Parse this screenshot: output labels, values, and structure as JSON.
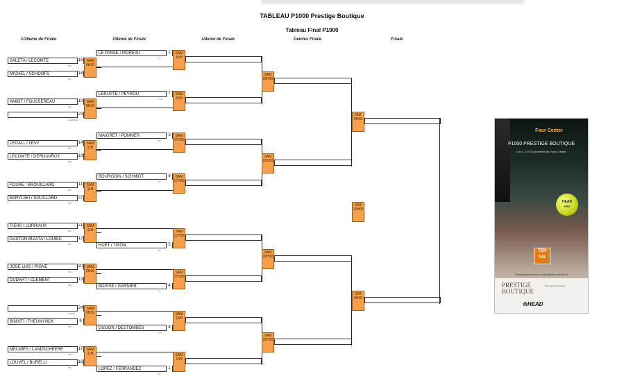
{
  "title": "TABLEAU P1000 Prestige Boutique",
  "subtitle": "Tableau Final P1000",
  "rounds": [
    "1/16eme de Finale",
    "1/8eme de Finale",
    "1/4eme de Finale",
    "Demies Finale",
    "Finale"
  ],
  "r16": [
    {
      "name": "SALETA / LECOMTE",
      "seed": "15",
      "tiny": "276"
    },
    {
      "name": "MICHEL / SCHOOFS",
      "seed": "18",
      "tiny": "371"
    },
    {
      "name": "AMIOT / FOUSSEREAU",
      "seed": "10",
      "tiny": "219"
    },
    {
      "name": "",
      "seed": "23",
      "tiny": "QUENSILE"
    },
    {
      "name": "LEGALL / LEVY",
      "seed": "14",
      "tiny": "577"
    },
    {
      "name": "LECOMTE / DEROUVROY",
      "seed": "19",
      "tiny": "380"
    },
    {
      "name": "FOURE / BROUILLARD",
      "seed": "11",
      "tiny": "236"
    },
    {
      "name": "BARYLSKI / SOUILLARD",
      "seed": "22",
      "tiny": "728"
    },
    {
      "name": "TIERS / LORRIAUX",
      "seed": "21",
      "tiny": "584"
    },
    {
      "name": "GASTON BIGATA / LOUBIC",
      "seed": "12",
      "tiny": "237"
    },
    {
      "name": "JOSE LUIS / PIGNE",
      "seed": "20",
      "tiny": "330"
    },
    {
      "name": "DUDART / CLEMENT",
      "seed": "13",
      "tiny": "255"
    },
    {
      "name": "",
      "seed": "24",
      "tiny": "Qualifié"
    },
    {
      "name": "BINISTI / THEUNYNCK",
      "seed": "9",
      "tiny": "198"
    },
    {
      "name": "MELMIES / LANDSCHEERE",
      "seed": "17",
      "tiny": "466"
    },
    {
      "name": "LOUVEL / BURELLI",
      "seed": "16",
      "tiny": "330"
    }
  ],
  "r16_matches": [
    {
      "day": "SAM",
      "time": "9H30"
    },
    {
      "day": "SAM",
      "time": "9H30"
    },
    {
      "day": "SAM",
      "time": "11H"
    },
    {
      "day": "SAM",
      "time": "11H"
    },
    {
      "day": "SAM",
      "time": "11H"
    },
    {
      "day": "SAM",
      "time": "9H30"
    },
    {
      "day": "SAM",
      "time": "9H30"
    },
    {
      "day": "SAM",
      "time": "11H"
    }
  ],
  "r8_seeded": [
    {
      "name": "LE PANSE / MOREAU",
      "seed": "2",
      "tiny": "74"
    },
    {
      "name": "LERUSTE / PEYROU",
      "seed": "7",
      "tiny": "170"
    },
    {
      "name": "MAIGRET / POMMER",
      "seed": "3",
      "tiny": "83"
    },
    {
      "name": "BOURGOIN / SCHMIDT",
      "seed": "6",
      "tiny": "93"
    },
    {
      "name": "HUET / TISON",
      "seed": "5",
      "tiny": "83"
    },
    {
      "name": "BOISSE / GARNIER",
      "seed": "4",
      "tiny": "47"
    },
    {
      "name": "DULION / DESTOMBES",
      "seed": "8",
      "tiny": "170"
    },
    {
      "name": "LOPEZ / FERRANDEZ",
      "seed": "1",
      "tiny": "11"
    }
  ],
  "r8_matches": [
    {
      "day": "SAM",
      "time": "16H"
    },
    {
      "day": "SAM",
      "time": "16H"
    },
    {
      "day": "SAM",
      "time": "17H30"
    },
    {
      "day": "SAM",
      "time": "17H30"
    },
    {
      "day": "SAM",
      "time": "17H30"
    },
    {
      "day": "SAM",
      "time": "17H30"
    },
    {
      "day": "SAM",
      "time": "16H"
    },
    {
      "day": "SAM",
      "time": "16H"
    }
  ],
  "qf_matches": [
    {
      "day": "SAM",
      "time": "20H30"
    },
    {
      "day": "SAM",
      "time": "20H30"
    },
    {
      "day": "SAM",
      "time": "20H30"
    },
    {
      "day": "SAM",
      "time": "20H30"
    }
  ],
  "sf_matches": [
    {
      "day": "DIM",
      "time": "9H45"
    },
    {
      "day": "DIM",
      "time": "9H45"
    }
  ],
  "final_match": {
    "day": "DIM",
    "time": "12H00"
  },
  "poster": {
    "brand": "Four Center",
    "headline": "P1000 PRESTIGE BOUTIQUE",
    "dates": "Les 1, 2 et 3 Décembre au Fours Center",
    "ball_brand": "HEAD",
    "ball_model": "PRO",
    "badge_line1": "TEN",
    "badge_line2": "NIS",
    "contact": "Renseignement sur contact@fourscenter.fr",
    "shop_line1": "PRESTIGE",
    "shop_line2": "BOUTIQUE",
    "shop_tag": "Prêt à porter masculin",
    "sponsor": "HEAD"
  }
}
